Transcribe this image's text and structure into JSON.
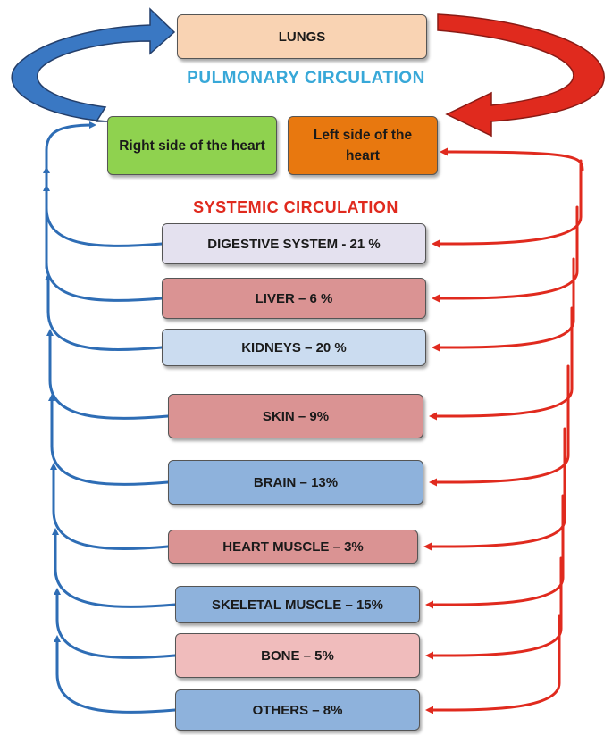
{
  "colors": {
    "oxygenated": "#e02a1e",
    "deoxygenated": "#2e6db5",
    "pulmonary_heading": "#38a8d8",
    "systemic_heading": "#e02a1e"
  },
  "lungs": {
    "label": "LUNGS",
    "fill": "#f9d3b3"
  },
  "pulmonary_heading": "PULMONARY CIRCULATION",
  "right_heart": {
    "label": "Right side of the heart",
    "fill": "#8fd24f"
  },
  "left_heart": {
    "label": "Left side of the heart",
    "fill": "#e8780f"
  },
  "systemic_heading": "SYSTEMIC  CIRCULATION",
  "organs": [
    {
      "label": "DIGESTIVE SYSTEM - 21 %",
      "fill": "#e4e1ef"
    },
    {
      "label": "LIVER – 6 %",
      "fill": "#da9393"
    },
    {
      "label": "KIDNEYS – 20 %",
      "fill": "#cbdcf0"
    },
    {
      "label": "SKIN – 9%",
      "fill": "#da9393"
    },
    {
      "label": "BRAIN – 13%",
      "fill": "#8eb2dc"
    },
    {
      "label": "HEART MUSCLE – 3%",
      "fill": "#da9393"
    },
    {
      "label": "SKELETAL MUSCLE – 15%",
      "fill": "#8eb2dc"
    },
    {
      "label": "BONE – 5%",
      "fill": "#f0bcbc"
    },
    {
      "label": "OTHERS – 8%",
      "fill": "#8eb2dc"
    }
  ]
}
